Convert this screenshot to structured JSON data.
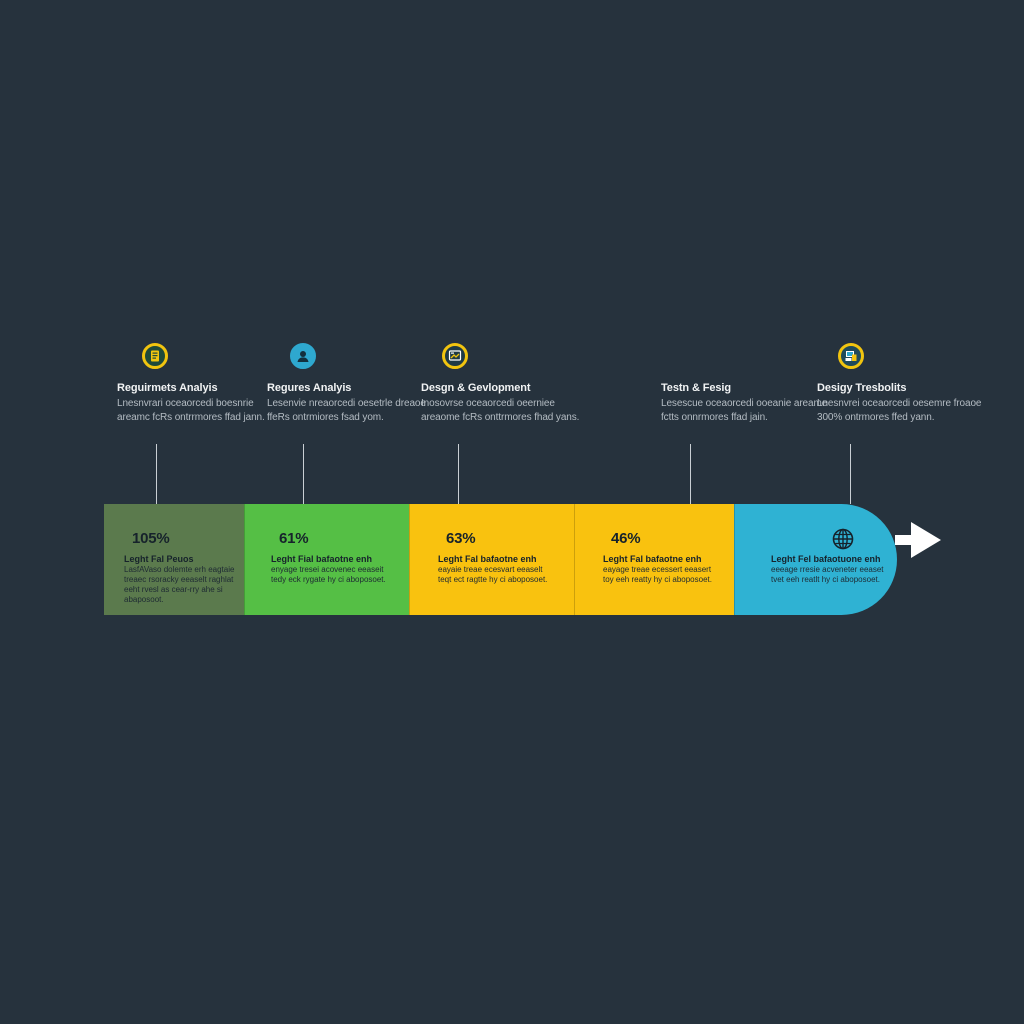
{
  "milestones": [
    {
      "title": "Reguirmets Analyis",
      "desc": "Lnesnvrari oceaorcedi boesnrie areamc fcRs ontrrmores ffad jann.",
      "icon": "document-icon",
      "ring": "#f1c40f",
      "fill": "#1f4a3a"
    },
    {
      "title": "Regures Analyis",
      "desc": "Lesenvie nreaorcedi oesetrle dreaoe ffeRs ontrmiores fsad yom.",
      "icon": "user-icon",
      "ring": "#2ea8cf",
      "fill": "#2ea8cf"
    },
    {
      "title": "Desgn & Gevlopment",
      "desc": "Inosovrse oceaorcedi oeerniee areaome fcRs onttrmores fhad yans.",
      "icon": "design-icon",
      "ring": "#f1c40f",
      "fill": "#1f3a45"
    },
    {
      "title": "Testn & Fesig",
      "desc": "Lesescue oceaorcedi ooeanie areame fctts onnrmores ffad jain.",
      "icon": "",
      "ring": "",
      "fill": ""
    },
    {
      "title": "Desigy Tresbolits",
      "desc": "Lnesnvrei oceaorcedi oesemre froaoe 300% ontrmores ffed yann.",
      "icon": "monitor-icon",
      "ring": "#f1c40f",
      "fill": "#1f4a5a"
    }
  ],
  "segments": [
    {
      "value": "105%",
      "sub": "Leght Fal Peuos",
      "desc": "LasfAVaso dolemte erh eagtaie  treaec rsoracky eeaselt raghlat eeht rvesl as cear-rry ahe si abaposoot.",
      "color": "#5b7a4d"
    },
    {
      "value": "61%",
      "sub": "Leght Fial  bafaotne enh",
      "desc": "enyage tresei acovenec eeaseit tedy eck rygate hy ci aboposoet.",
      "color": "#55bf45"
    },
    {
      "value": "63%",
      "sub": "Leght Fal  bafaotne enh",
      "desc": "eayaie treae ecesvart eeaselt teqt ect ragtte hy ci aboposoet.",
      "color": "#f9c20f"
    },
    {
      "value": "46%",
      "sub": "Leght Fal  bafaotne enh",
      "desc": "eayage treae ecessert eeasert toy eeh reatty hy ci aboposoet.",
      "color": "#f9c20f"
    },
    {
      "value": "",
      "sub": "Leght Fel  bafaotuone enh",
      "desc": "eeeage rresie acveneter eeaset tvet eeh reatlt hy ci aboposoet.",
      "color": "#2fb2d3",
      "icon": "globe-icon"
    }
  ],
  "colors": {
    "background": "#26323d",
    "arrow": "#ffffff"
  }
}
